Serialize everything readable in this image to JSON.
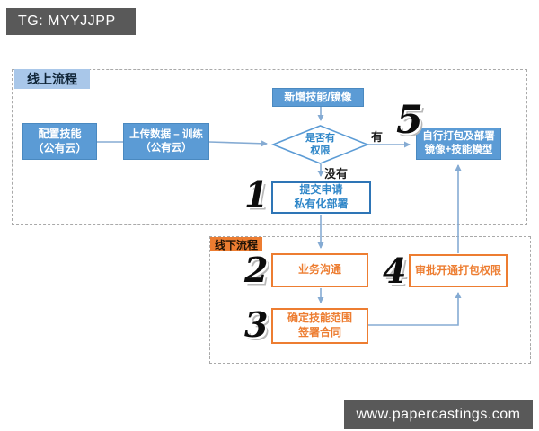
{
  "header": {
    "watermark": "TG: MYYJJPP"
  },
  "footer": {
    "watermark": "www.papercastings.com"
  },
  "colors": {
    "watermark_bar": "#595959",
    "node_blue_fill": "#5b9bd5",
    "node_blue_border": "#2e75b6",
    "node_blue_text": "#2e86c8",
    "accent_orange": "#ed7d31",
    "online_label_bg": "#a9c7e9",
    "arrow_blue": "#85abd3"
  },
  "online": {
    "label": "线上流程",
    "configure_skill": "配置技能\n（公有云）",
    "upload_train": "上传数据 – 训练\n（公有云）",
    "new_skill_image": "新增技能/镜像",
    "decision": "是否有\n权限",
    "decision_yes": "有",
    "decision_no": "没有",
    "self_package_deploy": "自行打包及部署\n镜像+技能模型",
    "submit_application": "提交申请\n私有化部署"
  },
  "offline": {
    "label": "线下流程",
    "business_communication": "业务沟通",
    "confirm_scope_contract": "确定技能范围\n签署合同",
    "approve_packaging": "审批开通打包权限"
  },
  "steps": {
    "s1": "1",
    "s2": "2",
    "s3": "3",
    "s4": "4",
    "s5": "5"
  }
}
